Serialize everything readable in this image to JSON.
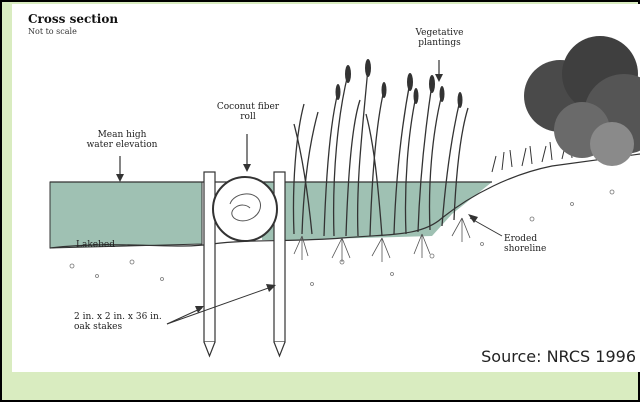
{
  "diagram": {
    "heading": "Cross section",
    "subheading": "Not to scale",
    "labels": {
      "mean_high_water": "Mean high\nwater elevation",
      "coconut_fiber_roll": "Coconut fiber\nroll",
      "vegetative_plantings": "Vegetative\nplantings",
      "lakebed": "Lakebed",
      "eroded_shoreline": "Eroded\nshoreline",
      "oak_stakes": "2 in. x 2 in. x 36 in.\noak stakes"
    },
    "source": "Source: NRCS 1996",
    "colors": {
      "background": "#d9ecc0",
      "water": "#9fc1b3",
      "paper": "#ffffff",
      "ink": "#2a2a2a",
      "shrub": "#4f4f4f"
    }
  }
}
